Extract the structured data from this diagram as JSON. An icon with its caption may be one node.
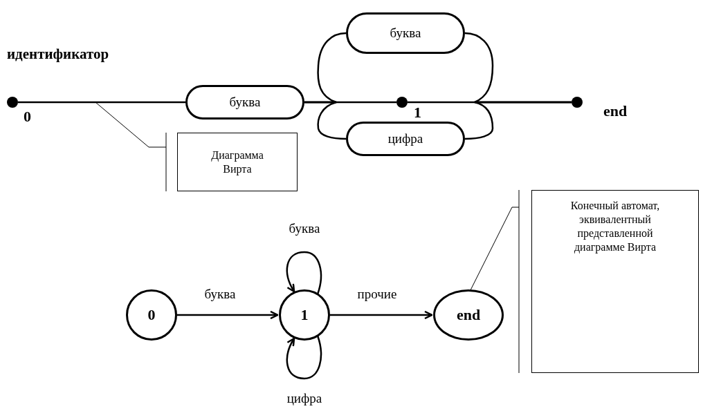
{
  "diagram": {
    "title": "идентификатор",
    "nodes": [
      {
        "text": [],
        "shape": "circle",
        "beside": [
          "0"
        ]
      },
      {
        "text": [
          "буква"
        ]
      },
      {
        "text": [
          "буква"
        ]
      },
      {
        "text": [],
        "shape": "circle",
        "beside": [
          "1"
        ]
      },
      {
        "text": [
          "цифра"
        ]
      },
      {
        "text": [],
        "shape": "circle",
        "beside": [
          "end"
        ]
      },
      {
        "text": [
          "Диаграмма Вирта"
        ]
      },
      {
        "text": [
          "0"
        ]
      },
      {
        "text": [
          "1"
        ]
      },
      {
        "text": [
          "end"
        ]
      },
      {
        "text": [
          "Конечный автомат, эквивалентный представленной диаграмме Вирта"
        ]
      }
    ],
    "edges": [
      {
        "from": 0,
        "to": 1,
        "arrow": "none"
      },
      {
        "from": 1,
        "to": 3,
        "arrow": "none"
      },
      {
        "from": 3,
        "to": 5,
        "arrow": "none"
      },
      {
        "from": 1,
        "to": 2,
        "arrow": "none"
      },
      {
        "from": 2,
        "to": 5,
        "arrow": "none"
      },
      {
        "from": 1,
        "to": 4,
        "arrow": "none"
      },
      {
        "from": 4,
        "to": 5,
        "arrow": "none"
      },
      {
        "from": 7,
        "to": 8,
        "arrow": "to",
        "label": "буква"
      },
      {
        "from": 8,
        "to": 8,
        "arrow": "to",
        "label": "буква"
      },
      {
        "from": 8,
        "to": 8,
        "arrow": "to",
        "label": "цифра"
      },
      {
        "from": 8,
        "to": 9,
        "arrow": "to",
        "label": "прочие"
      },
      {
        "from": 6,
        "to": null,
        "arrow": "none"
      },
      {
        "from": 10,
        "to": 9,
        "arrow": "none"
      }
    ]
  }
}
